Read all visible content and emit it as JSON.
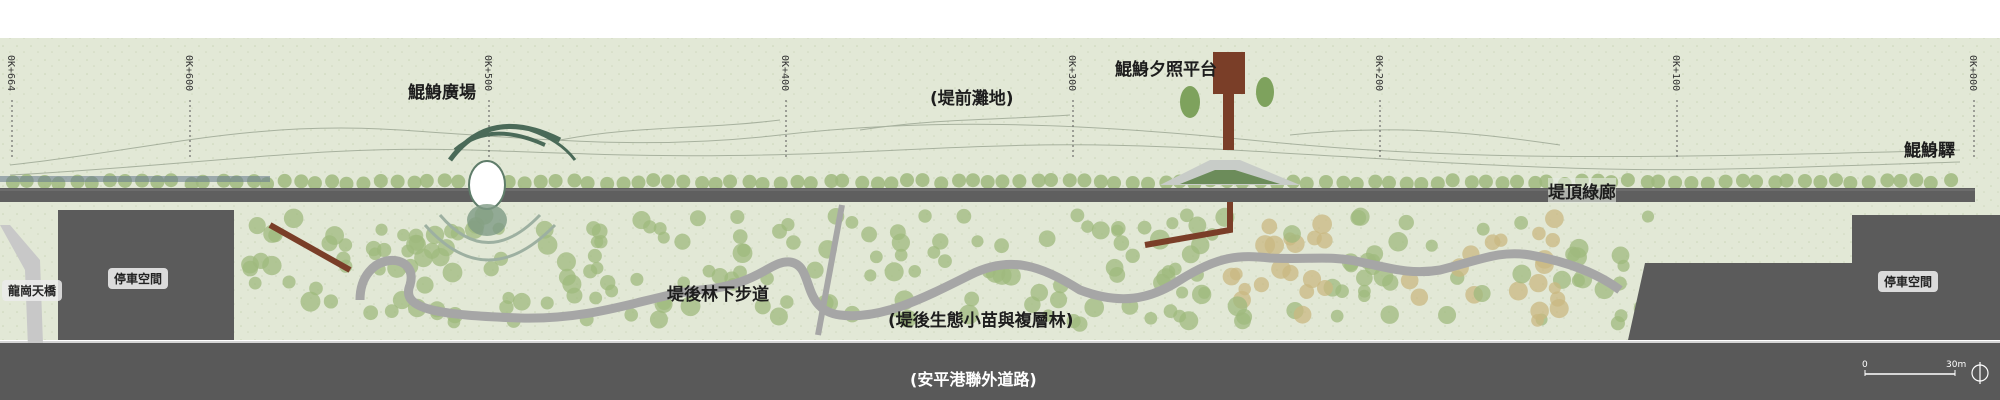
{
  "map": {
    "labels": {
      "plaza": "鯤鯓廣場",
      "beach": "(堤前灘地)",
      "sunset_platform": "鯤鯓夕照平台",
      "station_building": "鯤鯓驛",
      "top_corridor": "堤頂綠廊",
      "forest_trail": "堤後林下步道",
      "eco_forest": "(堤後生態小苗與複層林)",
      "parking_left": "停車空間",
      "parking_right": "停車空間",
      "bridge": "龍崗天橋",
      "road": "(安平港聯外道路)"
    },
    "stations": [
      "0K+664",
      "0K+600",
      "0K+500",
      "0K+400",
      "0K+300",
      "0K+200",
      "0K+100",
      "0K+000"
    ],
    "scale": {
      "start": "0",
      "end": "30m"
    },
    "colors": {
      "ground": "#dfe6d2",
      "dike": "#5f5f5f",
      "road": "#595959",
      "parking": "#5b5b5b",
      "tree": "#9fb97e",
      "tree_autumn": "#c9b882",
      "trail": "#a9a9a9"
    }
  }
}
